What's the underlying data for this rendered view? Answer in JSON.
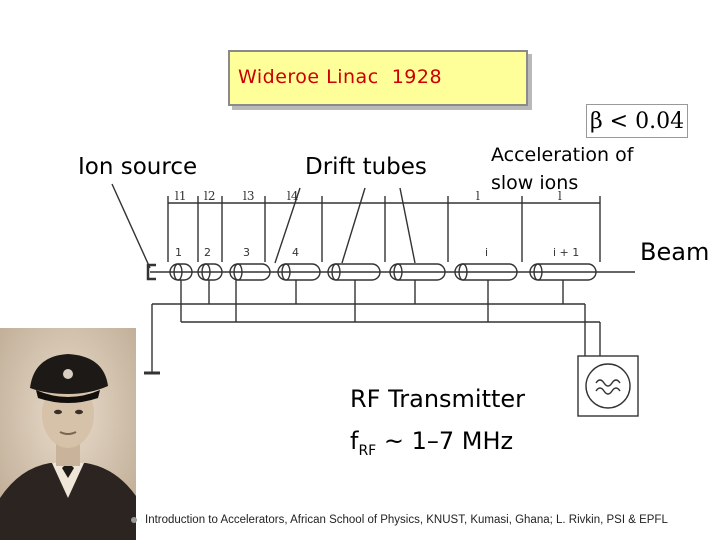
{
  "title": "Wideroe Linac  1928",
  "beta_formula": "β < 0.04",
  "labels": {
    "ion_source": "Ion source",
    "drift_tubes": "Drift tubes",
    "acceleration": "Acceleration of slow ions",
    "beam": "Beam",
    "rf_transmitter": "RF Transmitter",
    "freq_f": "f",
    "freq_sub": "RF",
    "freq_value": " ~ 1–7 MHz"
  },
  "gap_lengths": [
    "l1",
    "l2",
    "l3",
    "l4",
    "l",
    "l"
  ],
  "tube_numbers": [
    "1",
    "2",
    "3",
    "4",
    "i",
    "i + 1"
  ],
  "footer": "Introduction to Accelerators, African School of Physics, KNUST, Kumasi, Ghana; L. Rivkin, PSI & EPFL",
  "colors": {
    "title_bg": "#ffff99",
    "title_text": "#cc0000"
  }
}
